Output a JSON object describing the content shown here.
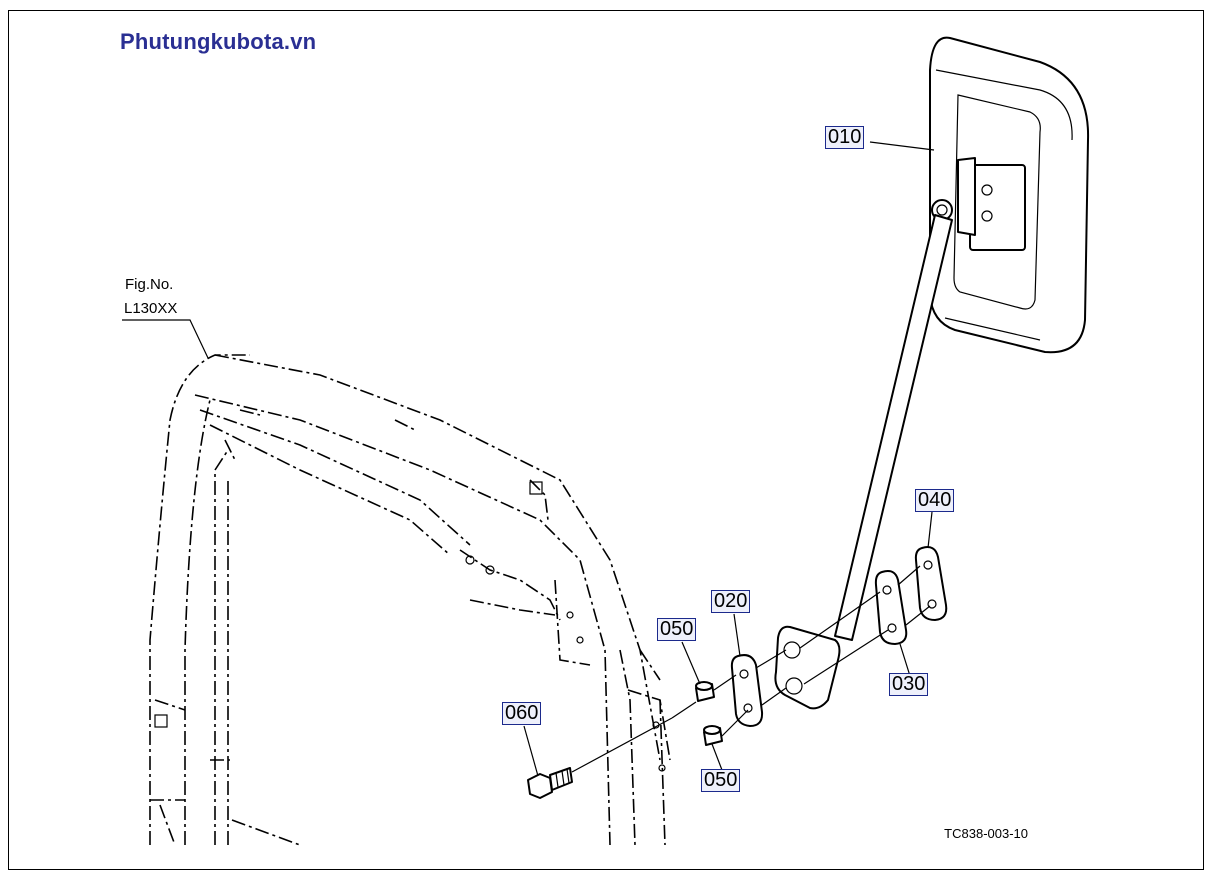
{
  "watermark": "Phutungkubota.vn",
  "figure": {
    "label": "Fig.No.",
    "number": "L130XX"
  },
  "callouts": {
    "p010": "010",
    "p020": "020",
    "p030": "030",
    "p040": "040",
    "p050a": "050",
    "p050b": "050",
    "p060": "060"
  },
  "drawing_number": "TC838-003-10",
  "colors": {
    "watermark": "#2a2f93",
    "callout_border": "#1c2a8c",
    "callout_bg": "#eef0fb"
  }
}
